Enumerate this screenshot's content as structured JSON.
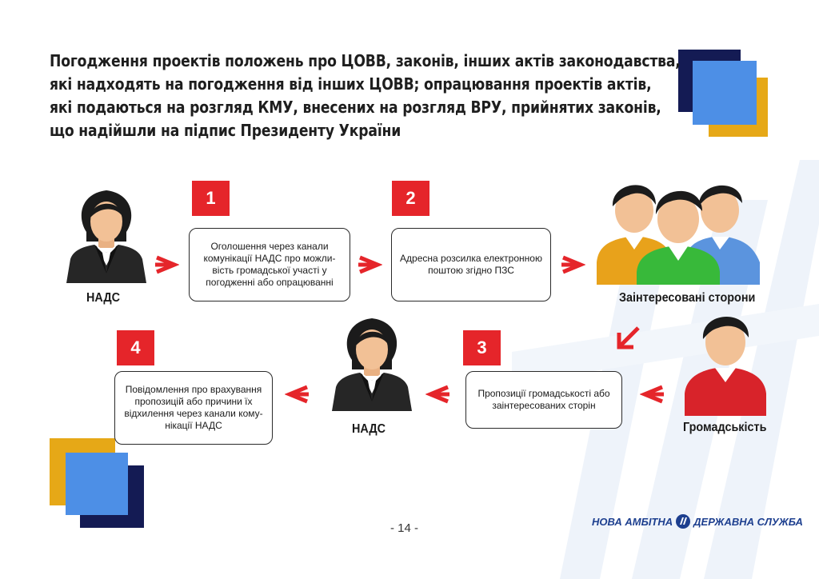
{
  "title_lines": [
    "Погодження проектів положень про ЦОВВ, законів, інших актів законодавства,",
    "які надходять на погодження від інших ЦОВВ; опрацювання проектів актів,",
    "які подаються на розгляд КМУ, внесених на розгляд ВРУ, прийнятих законів,",
    "що надійшли на підпис Президенту України"
  ],
  "colors": {
    "accent_red": "#e5252a",
    "navy": "#141b54",
    "blue": "#4d8fe6",
    "gold": "#e6a817"
  },
  "steps": [
    {
      "number": "1",
      "lines": [
        "Оголошення через канали",
        "комунікації НАДС про можли-",
        "вість громадської участі у",
        "погодженні або опрацюванні"
      ]
    },
    {
      "number": "2",
      "lines": [
        "Адресна розсилка електронною",
        "поштою згідно ПЗС"
      ]
    },
    {
      "number": "3",
      "lines": [
        "Пропозиції громадськості або",
        "заінтересованих сторін"
      ]
    },
    {
      "number": "4",
      "lines": [
        "Повідомлення про врахування",
        "пропозицій або причини їх",
        "відхилення через канали кому-",
        "нікації НАДС"
      ]
    }
  ],
  "actors": {
    "nads_top": "НАДС",
    "stakeholders": "Заінтересовані сторони",
    "public": "Громадськість",
    "nads_bottom": "НАДС"
  },
  "footer": {
    "page_number": "- 14 -",
    "brand_left": "НОВА АМБІТНА",
    "brand_right": "ДЕРЖАВНА СЛУЖБА",
    "logo_icon": "nads-logo-icon"
  }
}
